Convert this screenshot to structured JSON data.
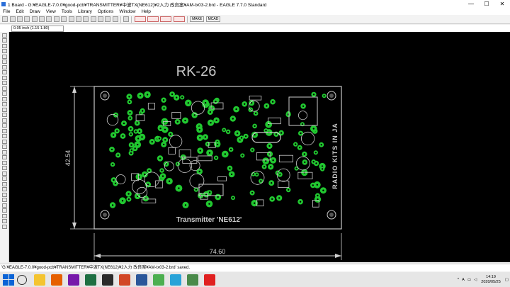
{
  "window": {
    "title": "1 Board - G:¥EAGLE-7.0.0¥good-pcb¥TRANSMITTER¥中波TX(NE612)¥2入力 改良案¥AM-tx03-2.brd - EAGLE 7.7.0 Standard",
    "minimize": "—",
    "maximize": "☐",
    "close": "✕"
  },
  "menu": [
    "File",
    "Edit",
    "Draw",
    "View",
    "Tools",
    "Library",
    "Options",
    "Window",
    "Help"
  ],
  "toolbar": {
    "make_label": "MAKE",
    "mcad_label": "MCAD",
    "colors": {
      "red": "#d9534f",
      "blue": "#6c8fd8",
      "green": "#5ab55a"
    }
  },
  "coord": {
    "value": "0.05 inch (1.15 1.80)"
  },
  "board": {
    "title": "RK-26",
    "label_bottom": "Transmitter 'NE612'",
    "label_side": "RADIO KITS IN JA",
    "dim_width": "74.60",
    "dim_height": "42.54",
    "colors": {
      "background": "#000000",
      "copper": "#21c830",
      "outline": "#c8c8c8",
      "dimension": "#d0d0d0",
      "silk": "#cccccc"
    }
  },
  "status": {
    "text": "'G:¥EAGLE-7.0.0¥good-pcb¥TRANSMITTER¥中波TX(NE612)¥2入力 改良案¥AM-tx03-2.brd' saved."
  },
  "taskbar": {
    "apps": [
      {
        "name": "explorer",
        "color": "#f4c430"
      },
      {
        "name": "firefox",
        "color": "#e66000"
      },
      {
        "name": "onenote",
        "color": "#7719aa"
      },
      {
        "name": "excel",
        "color": "#1d6f42"
      },
      {
        "name": "eagle",
        "color": "#2a2a2a"
      },
      {
        "name": "powerpoint",
        "color": "#d24726"
      },
      {
        "name": "word",
        "color": "#2b579a"
      },
      {
        "name": "chrome",
        "color": "#4caf50"
      },
      {
        "name": "paint",
        "color": "#29a3d8"
      },
      {
        "name": "snip",
        "color": "#4a8a4a"
      },
      {
        "name": "acrobat",
        "color": "#e02020"
      }
    ],
    "tray_ime": "A",
    "clock_time": "14:19",
    "clock_date": "2020/05/25"
  }
}
